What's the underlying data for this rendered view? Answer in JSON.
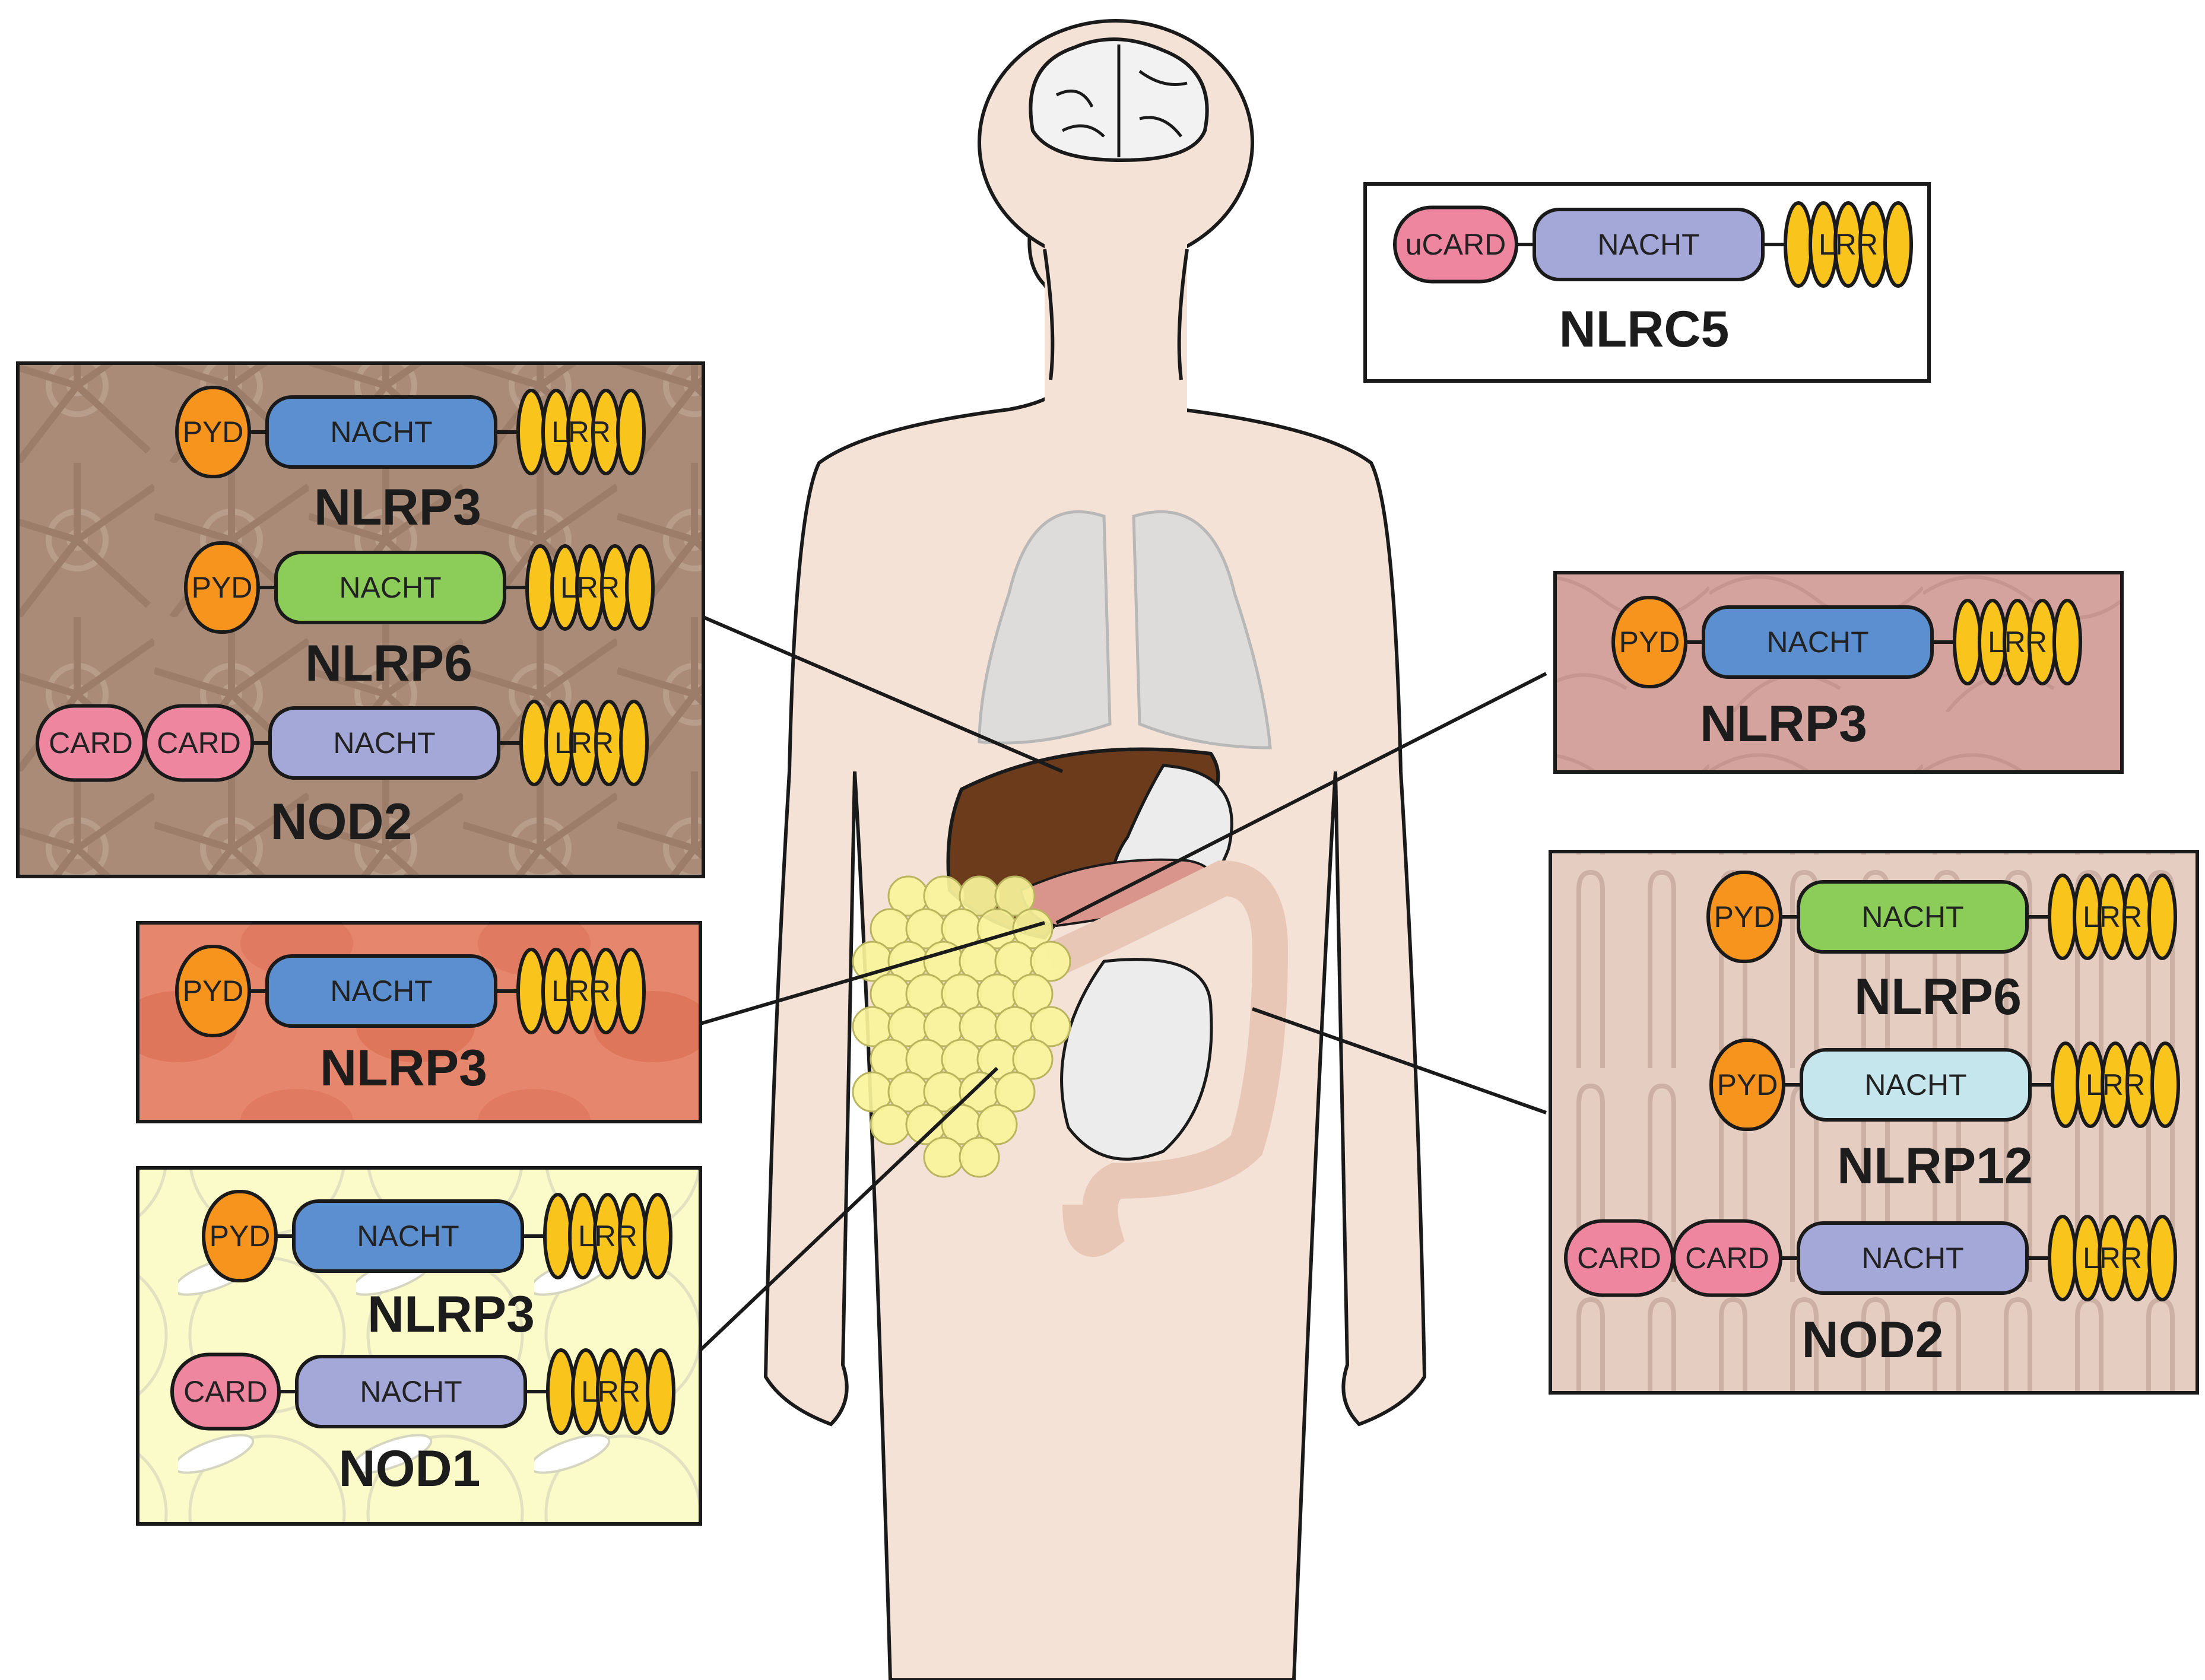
{
  "colors": {
    "skin": "#f4e2d6",
    "outline": "#1a1a1a",
    "pyd": "#f7941d",
    "card": "#ee86a0",
    "lrr": "#f9c41c",
    "nacht_blue": "#5b8fd0",
    "nacht_green": "#8ccc59",
    "nacht_lavender": "#a4a8d8",
    "nacht_lightblue": "#c6e6ee",
    "liver": "#6b3b1c",
    "lungs": "#dcdcdc",
    "fat": "#f8f49a"
  },
  "domain_labels": {
    "pyd": "PYD",
    "card": "CARD",
    "ucard": "uCARD",
    "nacht": "NACHT",
    "lrr": "LRR"
  },
  "panels": [
    {
      "tissue": "brain",
      "background": "#ffffff",
      "proteins": [
        {
          "name": "NLRC5",
          "n_terminal": [
            "uCARD"
          ],
          "nacht_color": "#a4a8d8"
        }
      ]
    },
    {
      "tissue": "liver",
      "background": "#a98b78",
      "proteins": [
        {
          "name": "NLRP3",
          "n_terminal": [
            "PYD"
          ],
          "nacht_color": "#5b8fd0"
        },
        {
          "name": "NLRP6",
          "n_terminal": [
            "PYD"
          ],
          "nacht_color": "#8ccc59"
        },
        {
          "name": "NOD2",
          "n_terminal": [
            "CARD",
            "CARD"
          ],
          "nacht_color": "#a4a8d8"
        }
      ]
    },
    {
      "tissue": "pancreas",
      "background": "#d4a39e",
      "proteins": [
        {
          "name": "NLRP3",
          "n_terminal": [
            "PYD"
          ],
          "nacht_color": "#5b8fd0"
        }
      ]
    },
    {
      "tissue": "blood",
      "background": "#e6866c",
      "proteins": [
        {
          "name": "NLRP3",
          "n_terminal": [
            "PYD"
          ],
          "nacht_color": "#5b8fd0"
        }
      ]
    },
    {
      "tissue": "intestine",
      "background": "#e6cdc1",
      "proteins": [
        {
          "name": "NLRP6",
          "n_terminal": [
            "PYD"
          ],
          "nacht_color": "#8ccc59"
        },
        {
          "name": "NLRP12",
          "n_terminal": [
            "PYD"
          ],
          "nacht_color": "#c6e6ee"
        },
        {
          "name": "NOD2",
          "n_terminal": [
            "CARD",
            "CARD"
          ],
          "nacht_color": "#a4a8d8"
        }
      ]
    },
    {
      "tissue": "adipose",
      "background": "#fbfbc9",
      "proteins": [
        {
          "name": "NLRP3",
          "n_terminal": [
            "PYD"
          ],
          "nacht_color": "#5b8fd0"
        },
        {
          "name": "NOD1",
          "n_terminal": [
            "CARD"
          ],
          "nacht_color": "#a4a8d8"
        }
      ]
    }
  ]
}
